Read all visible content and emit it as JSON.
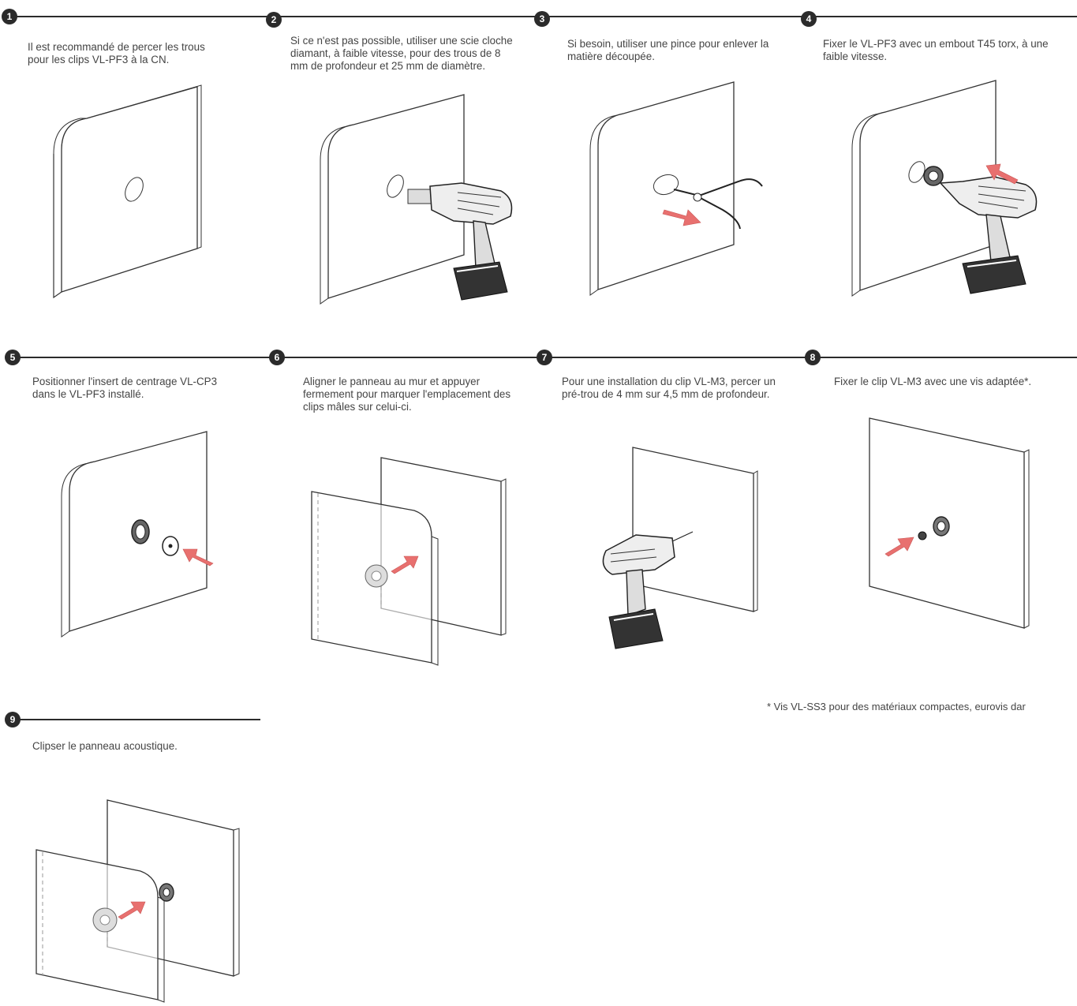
{
  "colors": {
    "accent_arrow": "#e8706f",
    "ink": "#2b2b2b",
    "text": "#444444"
  },
  "steps": [
    {
      "number": "1",
      "text": "Il est recommandé de percer les trous pour les clips VL-PF3 à la CN."
    },
    {
      "number": "2",
      "text": "Si ce n'est pas possible, utiliser une scie cloche diamant, à faible vitesse, pour des trous de 8 mm de profondeur et 25 mm de diamètre."
    },
    {
      "number": "3",
      "text": "Si besoin, utiliser une pince pour enlever la matière découpée."
    },
    {
      "number": "4",
      "text": "Fixer le VL-PF3 avec un embout T45 torx, à une faible vitesse."
    },
    {
      "number": "5",
      "text": "Positionner l'insert de centrage VL-CP3 dans le VL-PF3 installé."
    },
    {
      "number": "6",
      "text": "Aligner le panneau au mur et appuyer fermement pour marquer l'emplacement des clips mâles sur celui-ci."
    },
    {
      "number": "7",
      "text": "Pour une installation du clip VL-M3, percer un pré-trou de 4 mm sur 4,5 mm de profondeur."
    },
    {
      "number": "8",
      "text": "Fixer le clip VL-M3 avec une vis adaptée*."
    },
    {
      "number": "9",
      "text": "Clipser le panneau acoustique."
    }
  ],
  "footnote": "* Vis VL-SS3 pour des matériaux compactes, eurovis dar",
  "icons": [
    "drill-icon",
    "pliers-icon",
    "push-arrow-icon",
    "panel-icon",
    "clip-icon",
    "screw-icon"
  ]
}
